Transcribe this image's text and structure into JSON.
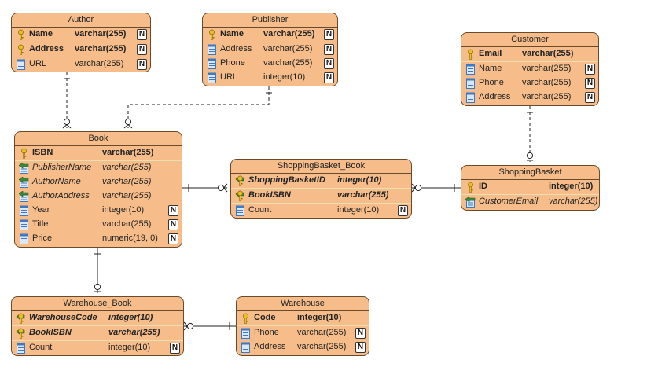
{
  "entities": {
    "author": {
      "title": "Author",
      "columns": [
        {
          "name": "Name",
          "type": "varchar(255)",
          "nullable": "N",
          "kind": "pk"
        },
        {
          "name": "Address",
          "type": "varchar(255)",
          "nullable": "N",
          "kind": "pk"
        },
        {
          "name": "URL",
          "type": "varchar(255)",
          "nullable": "N",
          "kind": "column"
        }
      ]
    },
    "publisher": {
      "title": "Publisher",
      "columns": [
        {
          "name": "Name",
          "type": "varchar(255)",
          "nullable": "N",
          "kind": "pk"
        },
        {
          "name": "Address",
          "type": "varchar(255)",
          "nullable": "N",
          "kind": "column"
        },
        {
          "name": "Phone",
          "type": "varchar(255)",
          "nullable": "N",
          "kind": "column"
        },
        {
          "name": "URL",
          "type": "integer(10)",
          "nullable": "N",
          "kind": "column"
        }
      ]
    },
    "customer": {
      "title": "Customer",
      "columns": [
        {
          "name": "Email",
          "type": "varchar(255)",
          "nullable": "",
          "kind": "pk"
        },
        {
          "name": "Name",
          "type": "varchar(255)",
          "nullable": "N",
          "kind": "column"
        },
        {
          "name": "Phone",
          "type": "varchar(255)",
          "nullable": "N",
          "kind": "column"
        },
        {
          "name": "Address",
          "type": "varchar(255)",
          "nullable": "N",
          "kind": "column"
        }
      ]
    },
    "book": {
      "title": "Book",
      "columns": [
        {
          "name": "ISBN",
          "type": "varchar(255)",
          "nullable": "",
          "kind": "pk"
        },
        {
          "name": "PublisherName",
          "type": "varchar(255)",
          "nullable": "",
          "kind": "fk"
        },
        {
          "name": "AuthorName",
          "type": "varchar(255)",
          "nullable": "",
          "kind": "fk"
        },
        {
          "name": "AuthorAddress",
          "type": "varchar(255)",
          "nullable": "",
          "kind": "fk"
        },
        {
          "name": "Year",
          "type": "integer(10)",
          "nullable": "N",
          "kind": "column"
        },
        {
          "name": "Title",
          "type": "varchar(255)",
          "nullable": "N",
          "kind": "column"
        },
        {
          "name": "Price",
          "type": "numeric(19, 0)",
          "nullable": "N",
          "kind": "column"
        }
      ]
    },
    "shoppingbasket_book": {
      "title": "ShoppingBasket_Book",
      "columns": [
        {
          "name": "ShoppingBasketID",
          "type": "integer(10)",
          "nullable": "",
          "kind": "pkfk"
        },
        {
          "name": "BookISBN",
          "type": "varchar(255)",
          "nullable": "",
          "kind": "pkfk"
        },
        {
          "name": "Count",
          "type": "integer(10)",
          "nullable": "N",
          "kind": "column"
        }
      ]
    },
    "shoppingbasket": {
      "title": "ShoppingBasket",
      "columns": [
        {
          "name": "ID",
          "type": "integer(10)",
          "nullable": "",
          "kind": "pk"
        },
        {
          "name": "CustomerEmail",
          "type": "varchar(255)",
          "nullable": "",
          "kind": "fk"
        }
      ]
    },
    "warehouse_book": {
      "title": "Warehouse_Book",
      "columns": [
        {
          "name": "WarehouseCode",
          "type": "integer(10)",
          "nullable": "",
          "kind": "pkfk"
        },
        {
          "name": "BookISBN",
          "type": "varchar(255)",
          "nullable": "",
          "kind": "pkfk"
        },
        {
          "name": "Count",
          "type": "integer(10)",
          "nullable": "N",
          "kind": "column"
        }
      ]
    },
    "warehouse": {
      "title": "Warehouse",
      "columns": [
        {
          "name": "Code",
          "type": "integer(10)",
          "nullable": "",
          "kind": "pk"
        },
        {
          "name": "Phone",
          "type": "varchar(255)",
          "nullable": "N",
          "kind": "column"
        },
        {
          "name": "Address",
          "type": "varchar(255)",
          "nullable": "N",
          "kind": "column"
        }
      ]
    }
  },
  "relationships": [
    {
      "from": "author",
      "to": "book",
      "style": "non-identifying (dashed)"
    },
    {
      "from": "publisher",
      "to": "book",
      "style": "non-identifying (dashed)"
    },
    {
      "from": "customer",
      "to": "shoppingbasket",
      "style": "non-identifying (dashed)"
    },
    {
      "from": "book",
      "to": "shoppingbasket_book",
      "style": "identifying (solid)"
    },
    {
      "from": "shoppingbasket",
      "to": "shoppingbasket_book",
      "style": "identifying (solid)"
    },
    {
      "from": "book",
      "to": "warehouse_book",
      "style": "identifying (solid)"
    },
    {
      "from": "warehouse",
      "to": "warehouse_book",
      "style": "identifying (solid)"
    }
  ],
  "colors": {
    "entity_fill": "#f6bd8a",
    "entity_border": "#6b4a2c",
    "key_icon": "#e8c020",
    "fk_arrow": "#3a8a3a",
    "column_icon": "#3c78c8",
    "line": "#222222"
  },
  "icon_names": {
    "pk": "key-icon",
    "fk": "foreign-key-icon",
    "pkfk": "primary-foreign-key-icon",
    "column": "column-icon"
  }
}
